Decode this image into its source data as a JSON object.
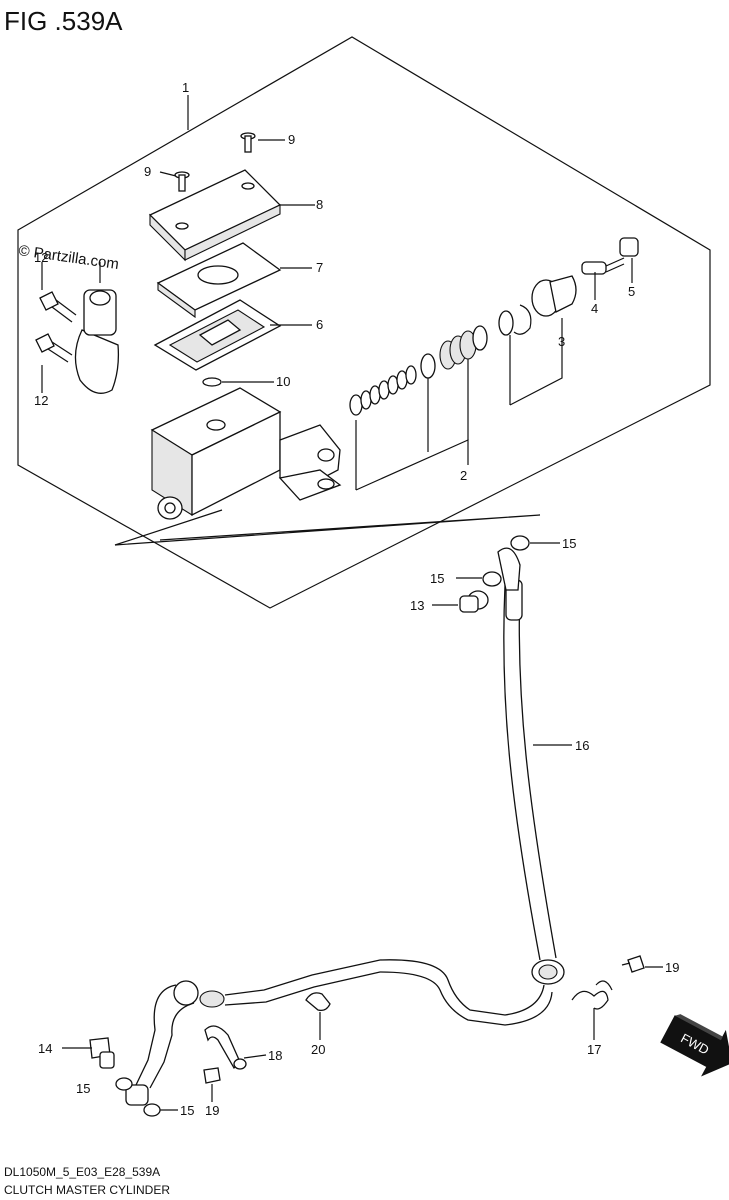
{
  "figure": {
    "title": "FIG .539A",
    "watermark": "© Partzilla.com",
    "code": "DL1050M_5_E03_E28_539A",
    "caption": "CLUTCH MASTER CYLINDER",
    "fwd_label": "FWD"
  },
  "callouts": {
    "c1": "1",
    "c2": "2",
    "c3": "3",
    "c4": "4",
    "c5": "5",
    "c6": "6",
    "c7": "7",
    "c8": "8",
    "c9a": "9",
    "c9b": "9",
    "c10": "10",
    "c12a": "12",
    "c12b": "12",
    "c13": "13",
    "c14": "14",
    "c15a": "15",
    "c15b": "15",
    "c15c": "15",
    "c15d": "15",
    "c16": "16",
    "c17": "17",
    "c18": "18",
    "c19a": "19",
    "c19b": "19",
    "c20": "20"
  }
}
